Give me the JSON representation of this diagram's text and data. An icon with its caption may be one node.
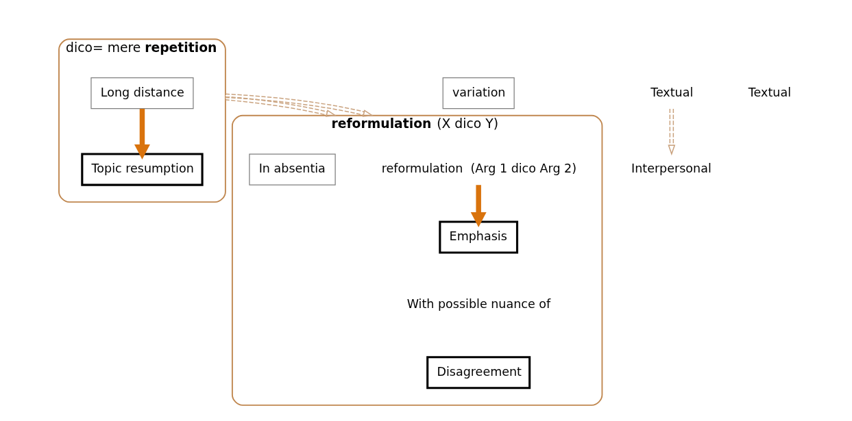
{
  "diagram": {
    "nodes": [
      {
        "text": [
          "dico= mere **repetition**"
        ]
      },
      {
        "text": [
          "Long distance"
        ],
        "in": 0
      },
      {
        "text": [
          "Topic resumption"
        ],
        "in": 0
      },
      {
        "text": [
          "variation"
        ]
      },
      {
        "text": [
          "**reformulation**  (X dico Y)"
        ]
      },
      {
        "text": [
          "reformulation  (Arg 1 dico Arg 2)"
        ],
        "in": 4
      },
      {
        "text": [
          "In absentia"
        ],
        "in": 4
      },
      {
        "text": [
          "Emphasis"
        ],
        "in": 4
      },
      {
        "text": [
          "Disagreement"
        ],
        "in": 4
      },
      {
        "text": [
          "Textual"
        ]
      },
      {
        "text": [
          "Interpersonal"
        ]
      }
    ],
    "edges": [
      {
        "from": 1,
        "to": 2,
        "arrow": "to",
        "style": "thick",
        "color": "#d9730d"
      },
      {
        "from": 0,
        "to": 4,
        "arrow": "to",
        "style": "dashed"
      },
      {
        "from": 0,
        "to": 4,
        "arrow": "to",
        "style": "dashed"
      },
      {
        "from": 5,
        "to": 7,
        "arrow": "to",
        "style": "thick",
        "color": "#d9730d"
      },
      {
        "from": 9,
        "to": 10,
        "arrow": "to",
        "style": "dashed"
      }
    ],
    "labels": [
      "Textual",
      "With possible nuance of"
    ]
  }
}
